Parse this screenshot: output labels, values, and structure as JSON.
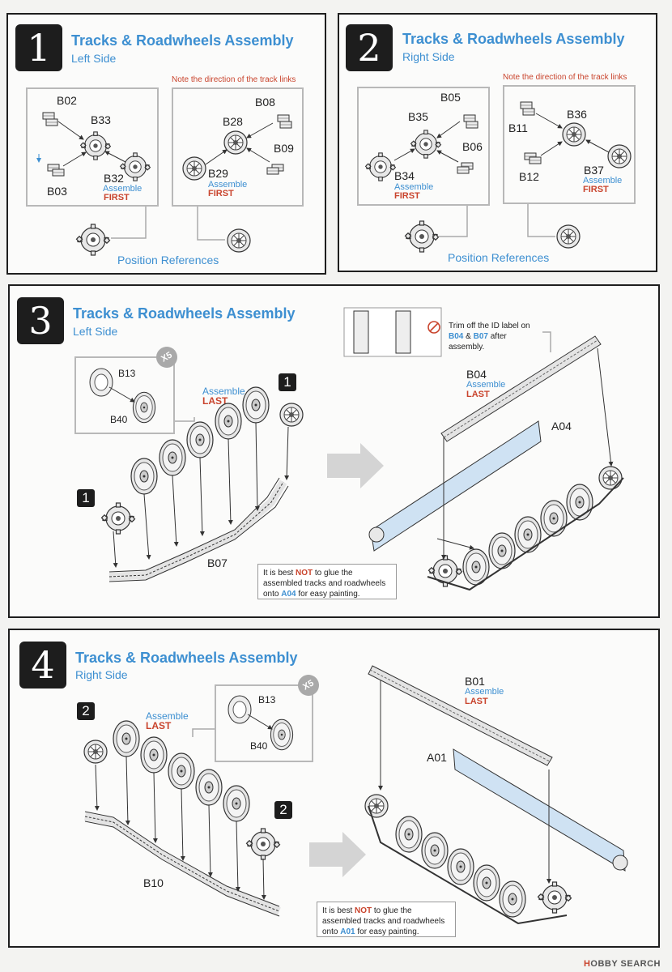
{
  "steps": [
    {
      "number": "1",
      "title": "Tracks & Roadwheels Assembly",
      "side": "Left Side",
      "parts": {
        "a": "B02",
        "b": "B33",
        "c": "B03",
        "d": "B32",
        "e": "B08",
        "f": "B28",
        "g": "B09",
        "h": "B29"
      },
      "note": "Note the direction of the track links",
      "assemble": "Assemble",
      "first": "FIRST",
      "position_ref": "Position References"
    },
    {
      "number": "2",
      "title": "Tracks & Roadwheels Assembly",
      "side": "Right Side",
      "parts": {
        "a": "B05",
        "b": "B35",
        "c": "B06",
        "d": "B34",
        "e": "B36",
        "f": "B11",
        "g": "B12",
        "h": "B37"
      },
      "note": "Note the direction of the track links",
      "assemble": "Assemble",
      "first": "FIRST",
      "position_ref": "Position References"
    },
    {
      "number": "3",
      "title": "Tracks & Roadwheels Assembly",
      "side": "Left Side",
      "parts": {
        "wheel_hub": "B13",
        "wheel": "B40",
        "track": "B07",
        "track_upper": "B04",
        "hull": "A04"
      },
      "multiplier": "X5",
      "assemble": "Assemble",
      "last": "LAST",
      "ref_badge": "1",
      "trim_note_pre": "Trim off the ID label on ",
      "trim_b1": "B04",
      "trim_amp": " & ",
      "trim_b2": "B07",
      "trim_post": " after assembly.",
      "glue_pre": "It is best ",
      "glue_not": "NOT",
      "glue_mid": " to glue the assembled tracks and roadwheels onto ",
      "glue_part": "A04",
      "glue_post": " for easy painting."
    },
    {
      "number": "4",
      "title": "Tracks & Roadwheels Assembly",
      "side": "Right Side",
      "parts": {
        "wheel_hub": "B13",
        "wheel": "B40",
        "track": "B10",
        "track_upper": "B01",
        "hull": "A01"
      },
      "multiplier": "X5",
      "assemble": "Assemble",
      "last": "LAST",
      "ref_badge": "2",
      "glue_pre": "It is best ",
      "glue_not": "NOT",
      "glue_mid": " to glue the assembled tracks and roadwheels onto ",
      "glue_part": "A01",
      "glue_post": " for easy painting."
    }
  ],
  "footer": {
    "brand1": "H",
    "brand2": "OBBY",
    "brand3": "SEARCH"
  },
  "colors": {
    "accent_blue": "#3d8fd1",
    "accent_red": "#c9442d",
    "hull_blue": "#cfe2f3"
  }
}
